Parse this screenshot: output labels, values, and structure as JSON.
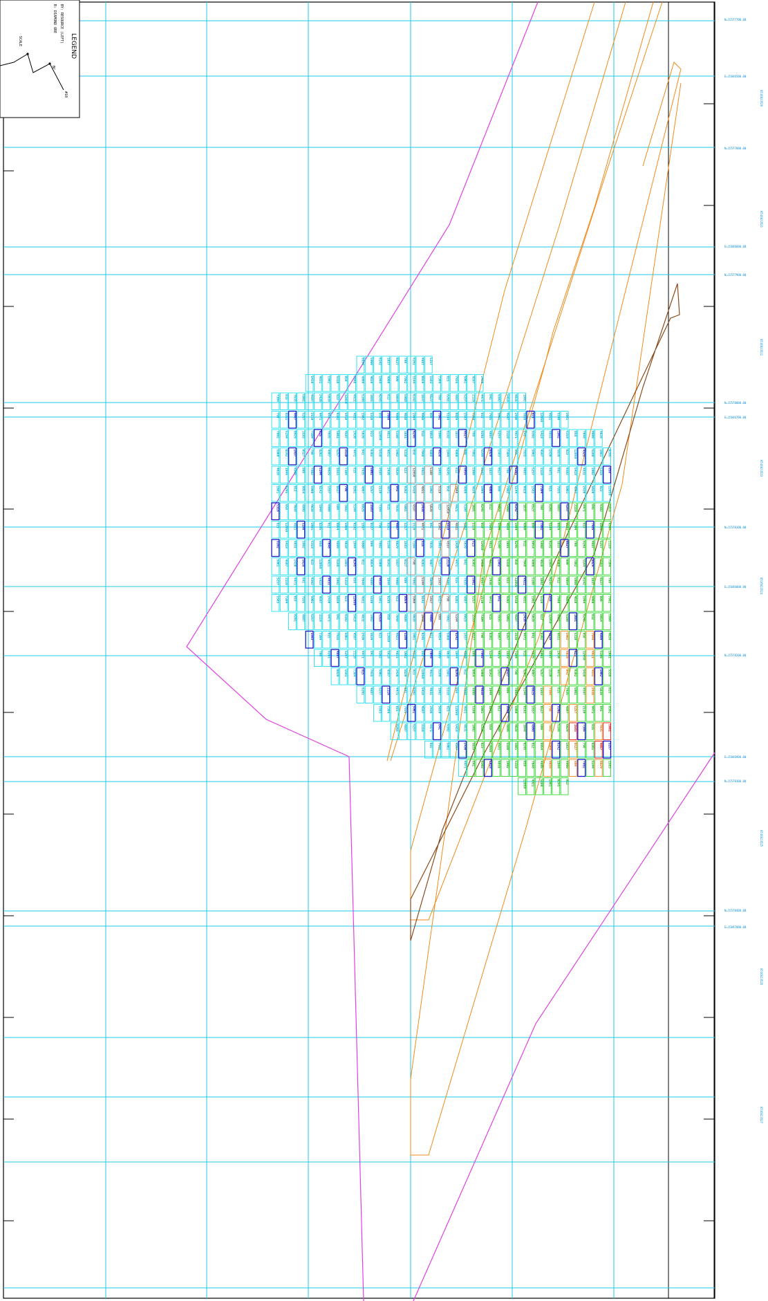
{
  "legend": {
    "title": "LEGEND",
    "lines": [
      "BY: RESOURCE (LEFT)",
      "B: DIAMOND ORE",
      "SCALE"
    ],
    "hole_id": "#10",
    "marker": "BC"
  },
  "grid_labels": {
    "northing": [
      "N=15577700.00",
      "N=15577800.00",
      "N=15577900.00",
      "N=15578000.00",
      "N=15578100.00",
      "N=15578200.00",
      "N=15578300.00",
      "N=15578400.00"
    ],
    "easting": [
      "E=15846500.00",
      "E=15846600.00",
      "E=15846700.00",
      "E=15846800.00",
      "E=15846900.00",
      "E=15847000.00"
    ],
    "sheet_codes": [
      "8516823520",
      "8516823521",
      "8516823522",
      "8516823523",
      "8516823524",
      "8516823525",
      "8516823526",
      "8516823527"
    ]
  },
  "colors": {
    "grid": "#1ec8e8",
    "boundary": "#e040e0",
    "pit_orange": "#f08a1a",
    "pit_brown": "#8a4a1a",
    "frame": "#000000",
    "block_low": "#22e0f0",
    "block_mid": "#30d830",
    "block_high": "#f08a1a",
    "block_vhigh": "#e81818",
    "block_dark": "#1818c8",
    "block_grey": "#909090"
  },
  "blocks": {
    "row_labels": [
      [
        "4597",
        "5257",
        "4831",
        "7226",
        "5108",
        "4510",
        "4638",
        "5201",
        "6142",
        "4519",
        "6029",
        "6810",
        "5257",
        "4930"
      ],
      [
        "1468",
        "2110",
        "1527",
        "2436",
        "1346",
        "1902",
        "1758",
        "1681",
        "2083",
        "1944",
        "2215",
        "1837",
        "2021",
        "1583"
      ],
      [
        "6527",
        "4895",
        "7304",
        "5102",
        "4471",
        "6082",
        "5639",
        "4720",
        "5318",
        "4106",
        "6245",
        "5873",
        "4960",
        "5531"
      ],
      [
        "832",
        "809",
        "853",
        "798",
        "886",
        "815",
        "779",
        "841",
        "867",
        "823",
        "804",
        "858",
        "836",
        "812"
      ],
      [
        "7648",
        "9120",
        "8054",
        "11351",
        "7802",
        "9536",
        "8261",
        "10127",
        "7935",
        "8849",
        "9302",
        "7711",
        "12050",
        "8460"
      ],
      [
        "5082",
        "4921",
        "5374",
        "4809",
        "5233",
        "5960",
        "4675",
        "5144",
        "5509",
        "4887",
        "5296",
        "5061",
        "4735",
        "5418"
      ]
    ]
  }
}
